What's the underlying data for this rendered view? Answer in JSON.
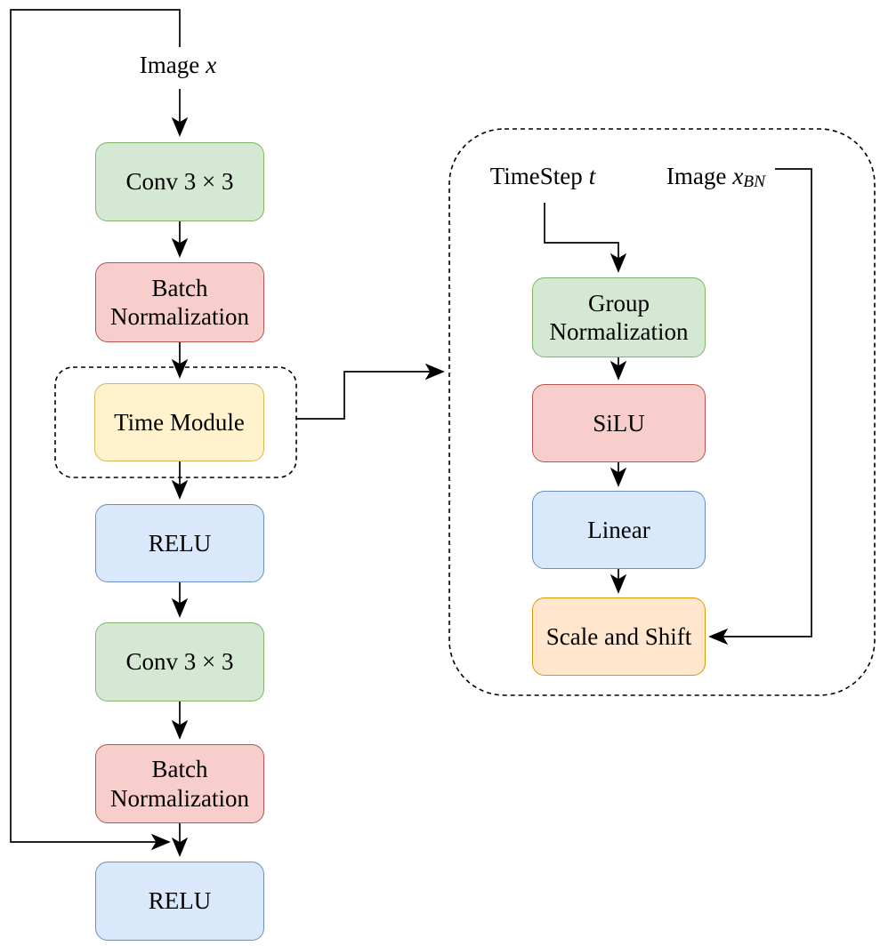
{
  "diagram": {
    "background": "#ffffff",
    "line_color": "#000000",
    "colors": {
      "green_fill": "#d5e8d4",
      "green_stroke": "#82b366",
      "red_fill": "#f8cecc",
      "red_stroke": "#b85450",
      "yellow_fill": "#fff2cc",
      "yellow_stroke": "#d6b656",
      "blue_fill": "#dae8fc",
      "blue_stroke": "#6c8ebf",
      "orange_fill": "#ffe6cc",
      "orange_stroke": "#d79b00"
    },
    "main_flow": {
      "input_label": {
        "text": "Image",
        "var": "x"
      },
      "nodes": [
        {
          "id": "conv1",
          "label": "Conv 3 × 3",
          "color": "green"
        },
        {
          "id": "bn1",
          "label": "Batch Normalization",
          "color": "red"
        },
        {
          "id": "time-module",
          "label": "Time Module",
          "color": "yellow"
        },
        {
          "id": "relu1",
          "label": "RELU",
          "color": "blue"
        },
        {
          "id": "conv2",
          "label": "Conv 3 × 3",
          "color": "green"
        },
        {
          "id": "bn2",
          "label": "Batch Normalization",
          "color": "red"
        },
        {
          "id": "relu2",
          "label": "RELU",
          "color": "blue"
        }
      ]
    },
    "time_module_detail": {
      "inputs": {
        "timestep": {
          "text": "TimeStep",
          "var": "t"
        },
        "image_bn": {
          "text": "Image",
          "var": "x",
          "sub": "BN"
        }
      },
      "nodes": [
        {
          "id": "group-norm",
          "label": "Group Normalization",
          "color": "green"
        },
        {
          "id": "silu",
          "label": "SiLU",
          "color": "red"
        },
        {
          "id": "linear",
          "label": "Linear",
          "color": "blue"
        },
        {
          "id": "scale-shift",
          "label": "Scale and Shift",
          "color": "orange"
        }
      ]
    }
  }
}
